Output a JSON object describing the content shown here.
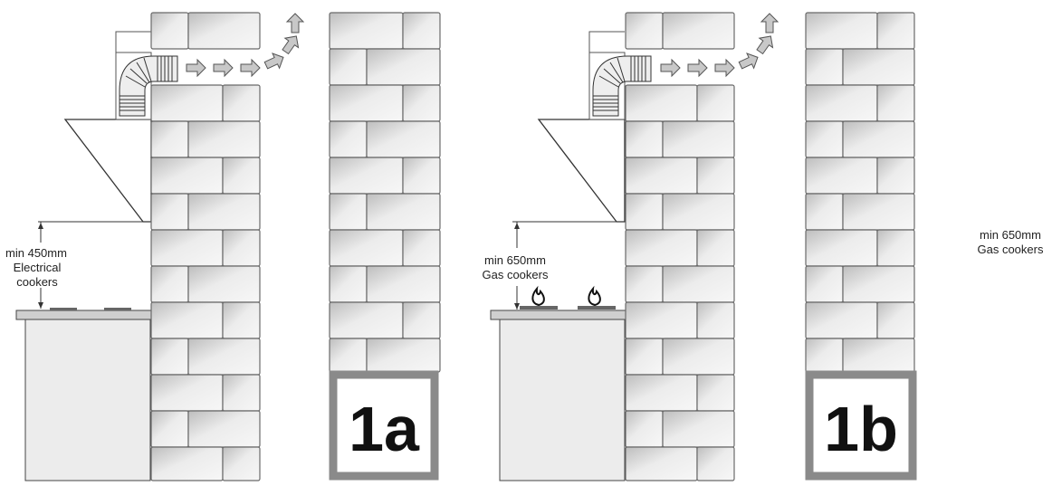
{
  "panels": [
    {
      "id": "1a",
      "tag": "1a",
      "clearance_value": "min 450mm",
      "clearance_type_lines": [
        "Electrical",
        "cookers"
      ],
      "hob_kind": "electric-plates"
    },
    {
      "id": "1b",
      "tag": "1b",
      "clearance_value": "min 650mm",
      "clearance_type_lines": [
        "Gas cookers"
      ],
      "hob_kind": "gas-burners"
    }
  ],
  "side_note": {
    "line1": "min 650mm",
    "line2": "Gas cookers"
  },
  "colors": {
    "brick_fill": "#e3e3e3",
    "brick_stroke": "#6a6a6a",
    "tag_border": "#8a8a8a",
    "arrow_fill": "#c8c8c8",
    "duct_stroke": "#555555"
  },
  "icons": [
    "airflow-arrow-icon",
    "flame-icon",
    "flexible-duct-icon"
  ]
}
